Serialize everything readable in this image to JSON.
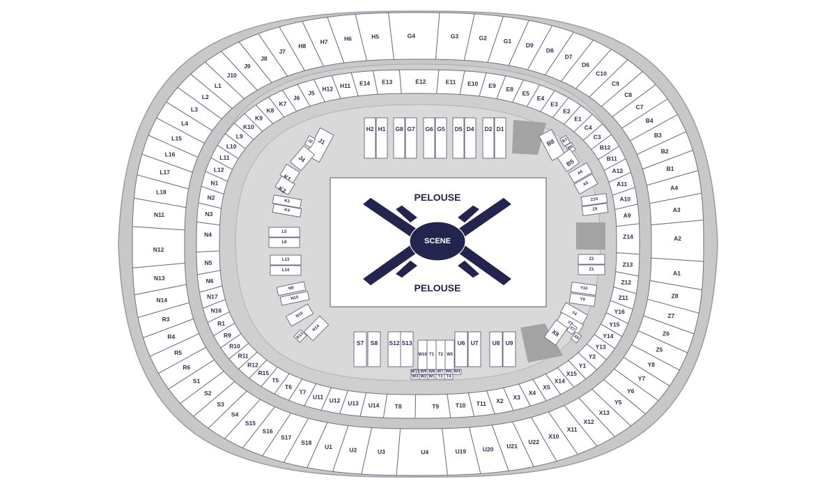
{
  "colors": {
    "stadium_shell": "#c8c8c8",
    "concourse": "#d6d6d6",
    "section_fill": "#ffffff",
    "section_stroke": "#6c6e86",
    "label": "#2b2d57",
    "stage": "#23254e",
    "blocked": "#a3a3a3"
  },
  "field": {
    "top_label": "PELOUSE",
    "bottom_label": "PELOUSE",
    "stage_label": "SCENE"
  },
  "upper_ring": [
    "H8",
    "H7",
    "H6",
    "H5",
    "G4",
    "G3",
    "G2",
    "G1",
    "D9",
    "D8",
    "D7",
    "D6",
    "C10",
    "C9",
    "C8",
    "C7",
    "B4",
    "B3",
    "B2",
    "B1",
    "A4",
    "A3",
    "A2",
    "A1",
    "Z8",
    "Z7",
    "Z6",
    "Z5",
    "Y8",
    "Y7",
    "Y6",
    "Y5",
    "X13",
    "X12",
    "X11",
    "X10",
    "U22",
    "U21",
    "U20",
    "U19",
    "U4",
    "U3",
    "U2",
    "U1",
    "S18",
    "S17",
    "S16",
    "S15",
    "S4",
    "S3",
    "S2",
    "S1",
    "R6",
    "R5",
    "R4",
    "R3",
    "N14",
    "N13",
    "N12",
    "N11",
    "L18",
    "L17",
    "L16",
    "L15",
    "L4",
    "L3",
    "L2",
    "L1",
    "J10",
    "J9",
    "J8",
    "J7"
  ],
  "middle_ring": [
    "H12",
    "H11",
    "E14",
    "E13",
    "E12",
    "E11",
    "E10",
    "E9",
    "E8",
    "E5",
    "E4",
    "E3",
    "E2",
    "E1",
    "C4",
    "C3",
    "B12",
    "B11",
    "A12",
    "A11",
    "A10",
    "A9",
    "Z14",
    "Z13",
    "Z12",
    "Z11",
    "Y16",
    "Y15",
    "Y14",
    "Y13",
    "Y2",
    "Y1",
    "X15",
    "X14",
    "X5",
    "X4",
    "X3",
    "X2",
    "T11",
    "T10",
    "T9",
    "T8",
    "U14",
    "U13",
    "U12",
    "U11",
    "T7",
    "T6",
    "T5",
    "R15",
    "R12",
    "R11",
    "R10",
    "R9",
    "R1",
    "N16",
    "N17",
    "N6",
    "N5",
    "N4",
    "N3",
    "N2",
    "N1",
    "L12",
    "L11",
    "L10",
    "L9",
    "K10",
    "K9",
    "K8",
    "K7",
    "J6",
    "J5"
  ],
  "lower_blocks": {
    "top": [
      "H2",
      "H1",
      "G8",
      "G7",
      "G6",
      "G5",
      "D5",
      "D4",
      "D2",
      "D1"
    ],
    "left_top": [
      "J1",
      "J2"
    ],
    "left_j4": "J4",
    "left_k": [
      "K1",
      "K2"
    ],
    "left_k34": [
      "K3",
      "K4"
    ],
    "left_l56": [
      "L5",
      "L6"
    ],
    "left_l1314": [
      "L13",
      "L14"
    ],
    "left_n910": [
      "N9",
      "N10"
    ],
    "left_n15": "N15",
    "left_r1314": [
      "R13",
      "R14"
    ],
    "right_b": [
      "B8",
      "B7",
      "B6",
      "B5"
    ],
    "right_a": [
      "A6",
      "A5"
    ],
    "right_z910": [
      "Z10",
      "Z9"
    ],
    "right_z12": [
      "Z2",
      "Z1"
    ],
    "right_y910": [
      "Y10",
      "Y9"
    ],
    "right_y34": [
      "Y4",
      "Y3"
    ],
    "right_x": [
      "X8",
      "X7",
      "X6"
    ],
    "bottom": [
      "S7",
      "S8",
      "S12",
      "S13",
      "U6",
      "U7",
      "U8",
      "U9"
    ],
    "bottom_center": [
      "W10",
      "T1",
      "T2",
      "W5"
    ],
    "bottom_boxes": [
      "W11",
      "W9",
      "W8",
      "W7",
      "W6",
      "W4",
      "W3",
      "W2",
      "W1",
      "T3",
      "T4"
    ]
  }
}
